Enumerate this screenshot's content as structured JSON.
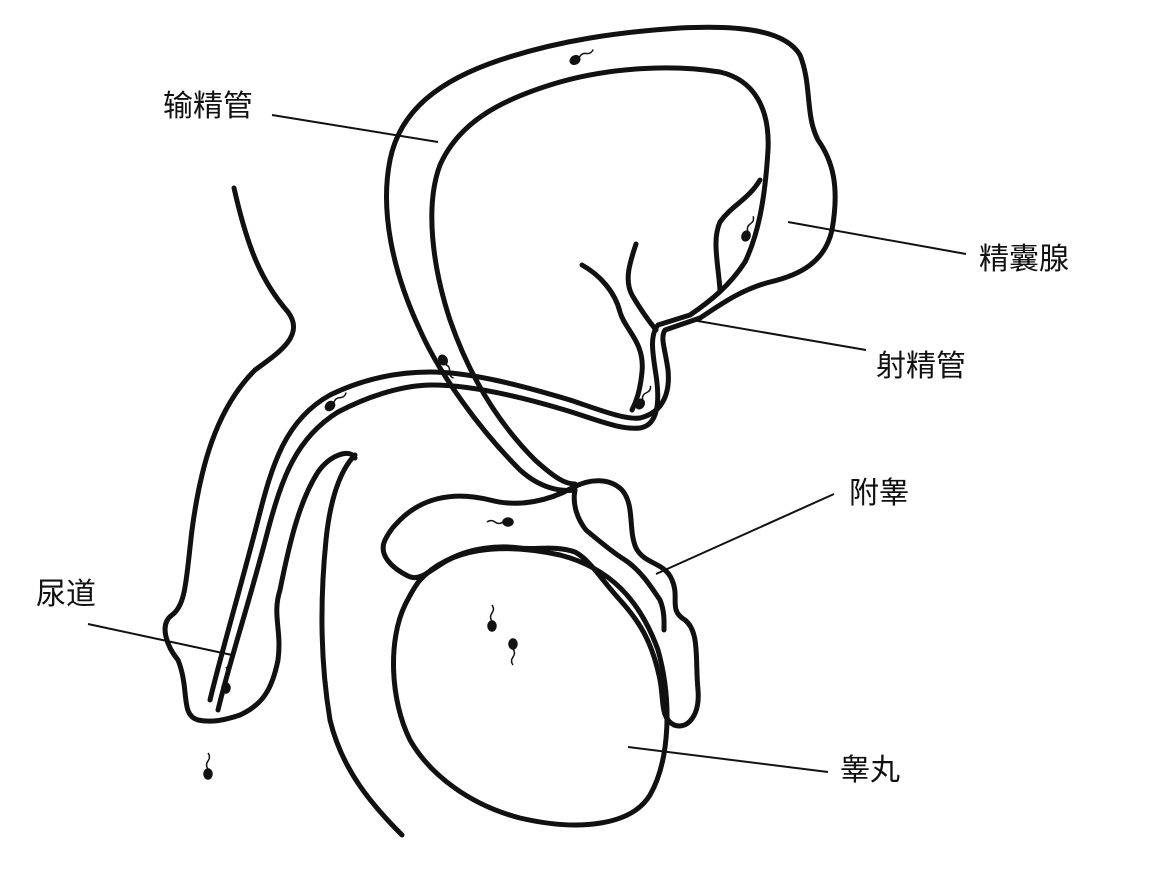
{
  "labels": {
    "vas_deferens": "输精管",
    "seminal_vesicle": "精囊腺",
    "ejaculatory_duct": "射精管",
    "epididymis": "附睾",
    "urethra": "尿道",
    "testis": "睾丸"
  },
  "colors": {
    "stroke": "#111111",
    "background": "#ffffff"
  }
}
